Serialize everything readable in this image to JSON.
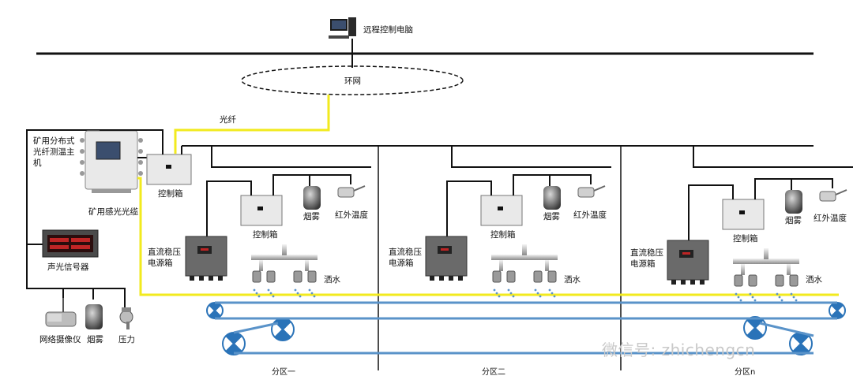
{
  "labels": {
    "remote_pc": "远程控制电脑",
    "ring_network": "环网",
    "fiber": "光纤",
    "host": "矿用分布式光纤测温主机",
    "mine_cable": "矿用感光光缆",
    "control_box": "控制箱",
    "audio_visual_signal": "声光信号器",
    "network_camera": "网络摄像仪",
    "smoke": "烟雾",
    "pressure": "压力",
    "dc_power_box": "直流稳压电源箱",
    "infrared_temp": "红外温度",
    "sprinkler": "洒水"
  },
  "zones": [
    "分区一",
    "分区二",
    "分区n"
  ],
  "watermark": "微信号: zhichengcn",
  "colors": {
    "line": "#111111",
    "fiber": "#f2ea1e",
    "belt": "#5a93c9",
    "roller": "#2a73b8",
    "box": "#e9e9e9",
    "display": "#bf2525"
  }
}
